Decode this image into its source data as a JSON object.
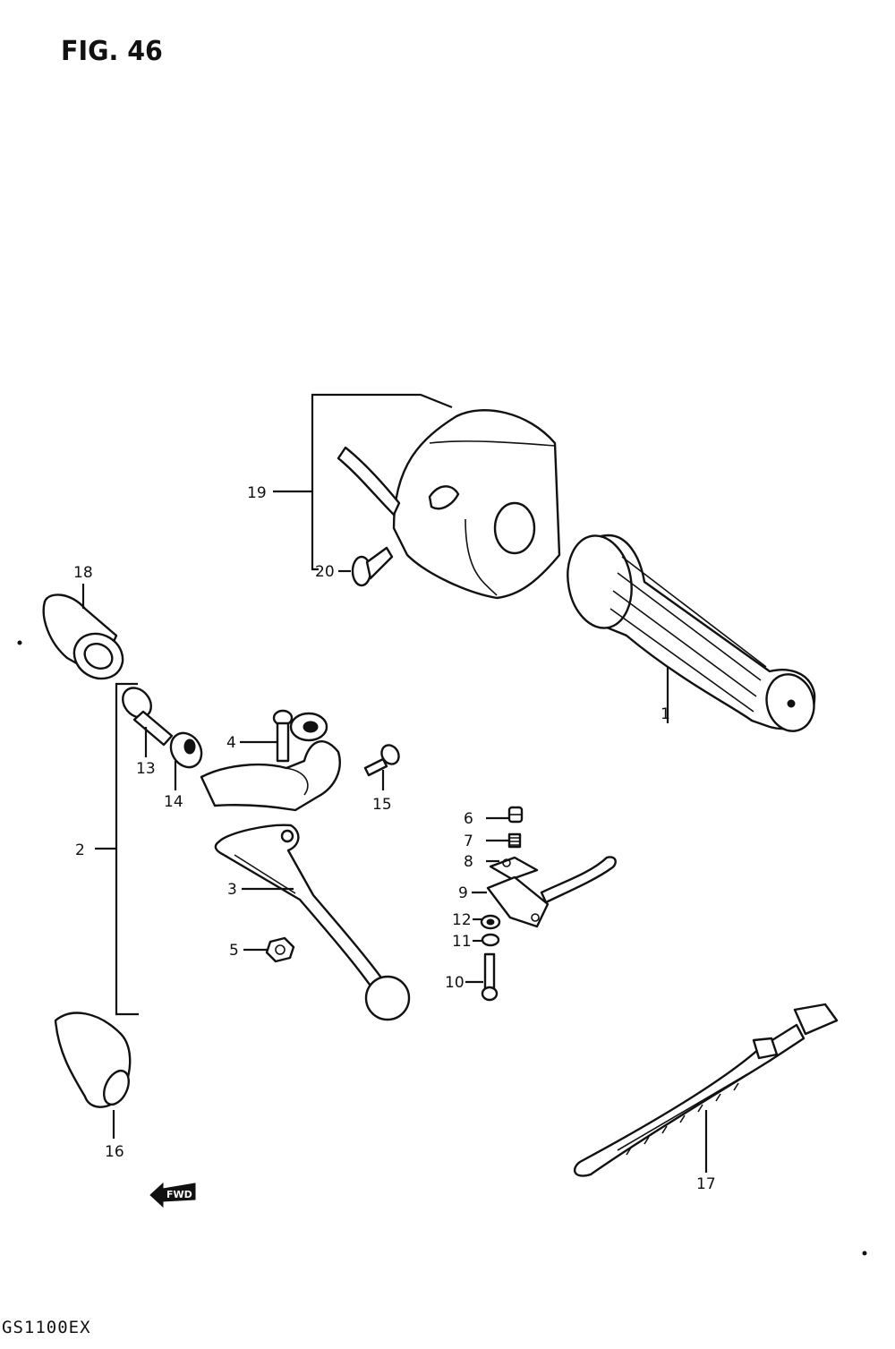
{
  "figure": {
    "title": "FIG. 46",
    "model_code": "GS1100EX",
    "direction_marker": "FWD"
  },
  "callouts": [
    {
      "id": "1",
      "label": "1"
    },
    {
      "id": "2",
      "label": "2"
    },
    {
      "id": "3",
      "label": "3"
    },
    {
      "id": "4",
      "label": "4"
    },
    {
      "id": "5",
      "label": "5"
    },
    {
      "id": "6",
      "label": "6"
    },
    {
      "id": "7",
      "label": "7"
    },
    {
      "id": "8",
      "label": "8"
    },
    {
      "id": "9",
      "label": "9"
    },
    {
      "id": "10",
      "label": "10"
    },
    {
      "id": "11",
      "label": "11"
    },
    {
      "id": "12",
      "label": "12"
    },
    {
      "id": "13",
      "label": "13"
    },
    {
      "id": "14",
      "label": "14"
    },
    {
      "id": "15",
      "label": "15"
    },
    {
      "id": "16",
      "label": "16"
    },
    {
      "id": "17",
      "label": "17"
    },
    {
      "id": "18",
      "label": "18"
    },
    {
      "id": "19",
      "label": "19"
    },
    {
      "id": "20",
      "label": "20"
    }
  ]
}
